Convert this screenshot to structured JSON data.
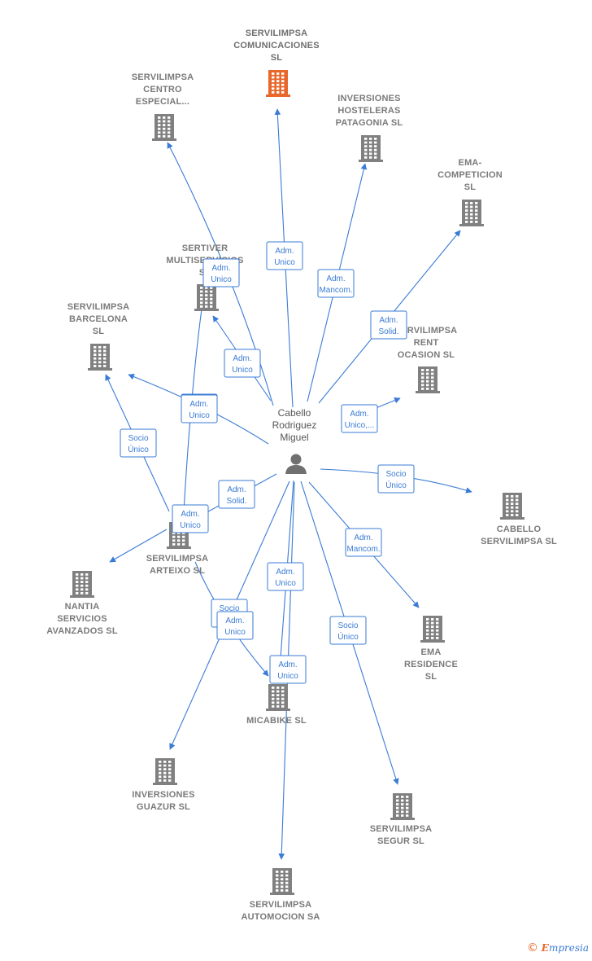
{
  "colors": {
    "edge": "#3a7bd5",
    "building": "#808080",
    "highlight": "#e8672a",
    "person": "#707070"
  },
  "person": {
    "id": "center",
    "lines": [
      "Cabello",
      "Rodriguez",
      "Miguel"
    ]
  },
  "companies": [
    {
      "id": "comunicaciones",
      "lines": [
        "SERVILIMPSA",
        "COMUNICACIONES",
        "SL"
      ],
      "highlight": true
    },
    {
      "id": "centro",
      "lines": [
        "SERVILIMPSA",
        "CENTRO",
        "ESPECIAL..."
      ]
    },
    {
      "id": "patagonia",
      "lines": [
        "INVERSIONES",
        "HOSTELERAS",
        "PATAGONIA  SL"
      ]
    },
    {
      "id": "ema_competicion",
      "lines": [
        "EMA-",
        "COMPETICION",
        "SL"
      ]
    },
    {
      "id": "sertiver",
      "lines": [
        "SERTIVER",
        "MULTISERVICIOS",
        "SL"
      ]
    },
    {
      "id": "barcelona",
      "lines": [
        "SERVILIMPSA",
        "BARCELONA",
        "SL"
      ]
    },
    {
      "id": "rent",
      "lines": [
        "SERVILIMPSA",
        "RENT",
        "OCASION  SL"
      ]
    },
    {
      "id": "cabello_serv",
      "lines": [
        "CABELLO",
        "SERVILIMPSA SL"
      ]
    },
    {
      "id": "arteixo",
      "lines": [
        "SERVILIMPSA",
        "ARTEIXO  SL"
      ]
    },
    {
      "id": "nantia",
      "lines": [
        "NANTIA",
        "SERVICIOS",
        "AVANZADOS SL"
      ]
    },
    {
      "id": "ema_residence",
      "lines": [
        "EMA",
        "RESIDENCE",
        "SL"
      ]
    },
    {
      "id": "micabike",
      "lines": [
        "MICABIKE SL"
      ]
    },
    {
      "id": "guazur",
      "lines": [
        "INVERSIONES",
        "GUAZUR  SL"
      ]
    },
    {
      "id": "segur",
      "lines": [
        "SERVILIMPSA",
        "SEGUR  SL"
      ]
    },
    {
      "id": "automocion",
      "lines": [
        "SERVILIMPSA",
        "AUTOMOCION SA"
      ]
    }
  ],
  "edges": [
    {
      "from": "center",
      "to": "comunicaciones",
      "label": [
        "Adm.",
        "Unico"
      ]
    },
    {
      "from": "center",
      "to": "centro",
      "label": [
        "Adm.",
        "Unico"
      ]
    },
    {
      "from": "center",
      "to": "patagonia",
      "label": [
        "Adm.",
        "Mancom."
      ]
    },
    {
      "from": "center",
      "to": "ema_competicion",
      "label": [
        "Adm.",
        "Solid."
      ]
    },
    {
      "from": "center",
      "to": "sertiver",
      "label": [
        "Adm.",
        "Unico"
      ]
    },
    {
      "from": "center",
      "to": "barcelona",
      "label": [
        "Adm.",
        "Unico"
      ]
    },
    {
      "from": "center",
      "to": "rent",
      "label": [
        "Adm.",
        "Unico,..."
      ]
    },
    {
      "from": "center",
      "to": "cabello_serv",
      "label": [
        "Socio",
        "Único"
      ]
    },
    {
      "from": "center",
      "to": "arteixo",
      "label": [
        "Adm.",
        "Solid."
      ]
    },
    {
      "from": "center",
      "to": "ema_residence",
      "label": [
        "Adm.",
        "Mancom."
      ]
    },
    {
      "from": "center",
      "to": "micabike",
      "label": [
        "Adm.",
        "Unico"
      ]
    },
    {
      "from": "center",
      "to": "guazur",
      "label": [
        "Socio",
        "Único"
      ]
    },
    {
      "from": "center",
      "to": "segur",
      "label": [
        "Socio",
        "Único"
      ]
    },
    {
      "from": "center",
      "to": "automocion",
      "label": [
        "Adm.",
        "Unico"
      ]
    },
    {
      "from": "arteixo",
      "to": "barcelona",
      "label": [
        "Socio",
        "Único"
      ]
    },
    {
      "from": "arteixo",
      "to": "sertiver",
      "label": [
        "Adm.",
        "Unico"
      ]
    },
    {
      "from": "arteixo",
      "to": "nantia",
      "label": [
        "Adm.",
        "Unico"
      ]
    },
    {
      "from": "arteixo",
      "to": "micabike",
      "label": [
        "Adm.",
        "Unico"
      ]
    }
  ],
  "brand": {
    "copyright": "©",
    "initial": "E",
    "rest": "mpresia"
  }
}
